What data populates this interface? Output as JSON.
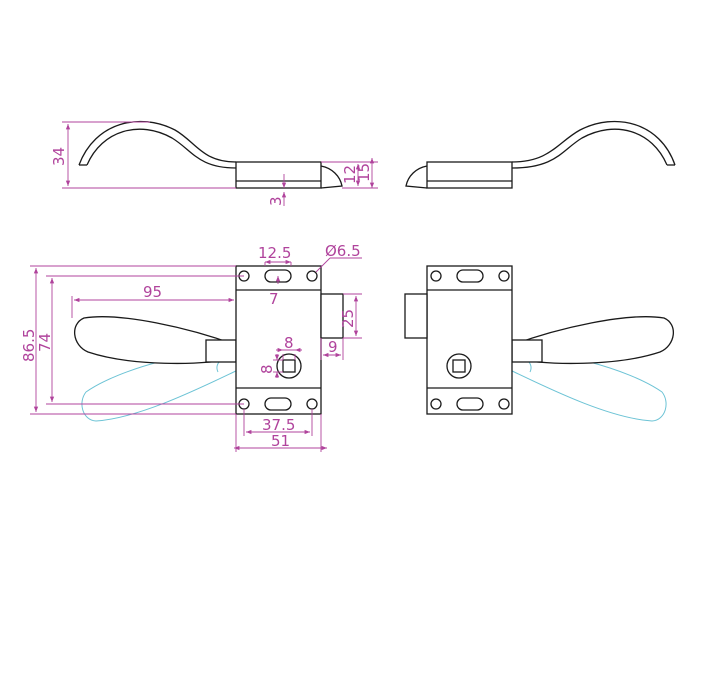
{
  "colors": {
    "part_outline": "#1a1a1a",
    "dimension": "#b0439c",
    "alternate_position": "#6cc3d5",
    "background": "#ffffff"
  },
  "dimensions": {
    "top_height": "34",
    "top_thickness_a": "12",
    "top_thickness_b": "15",
    "top_small": "3",
    "slot_width": "12.5",
    "hole_diameter": "Ø6.5",
    "slot_offset": "7",
    "handle_length": "95",
    "bolt_height": "25",
    "bolt_protrusion": "9",
    "spindle_width": "8",
    "spindle_height": "8",
    "total_height": "86.5",
    "hole_spacing_v": "74",
    "hole_spacing_h": "37.5",
    "plate_width": "51"
  }
}
